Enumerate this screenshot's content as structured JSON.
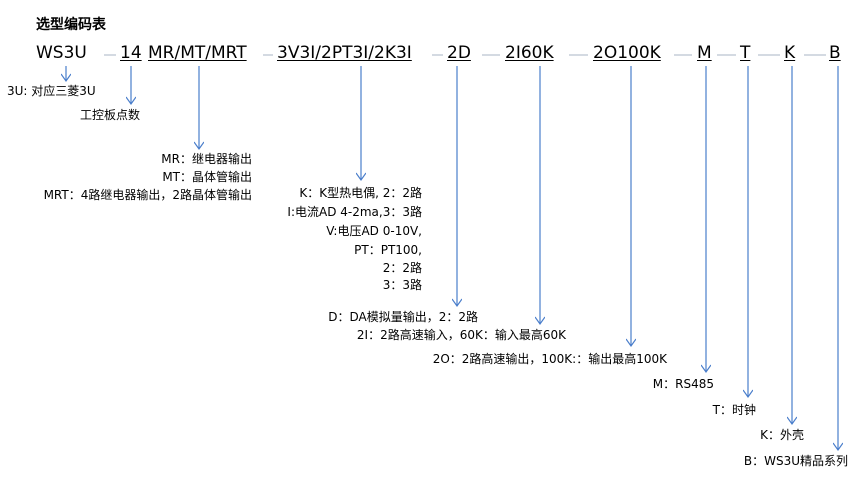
{
  "title": "选型编码表",
  "codes": [
    "WS3U",
    "14",
    "MR/MT/MRT",
    "3V3I/2PT3I/2K3I",
    "2D",
    "2I60K",
    "2O100K",
    "M",
    "T",
    "K",
    "B"
  ],
  "descriptions": {
    "model": "3U: 对应三菱3U",
    "points": "工控板点数",
    "output": [
      "MR：继电器输出",
      "MT：晶体管输出",
      "MRT：4路继电器输出，2路晶体管输出"
    ],
    "analog_in": [
      "K：K型热电偶, 2：2路",
      "I:电流AD 4-2ma,3：3路",
      "V:电压AD 0-10V,",
      "PT：PT100,",
      "2：2路",
      "3：3路"
    ],
    "analog_out": "D：DA模拟量输出，2：2路",
    "hs_in": "2I：2路高速输入，60K：输入最高60K",
    "hs_out": "2O：2路高速输出，100K:：输出最高100K",
    "comm": "M：RS485",
    "clock": "T：时钟",
    "shell": "K：外壳",
    "edition": "B：WS3U精品系列"
  },
  "colors": {
    "arrow": "#4a7ecb",
    "dash": "#aab6c4",
    "text": "#000000"
  }
}
